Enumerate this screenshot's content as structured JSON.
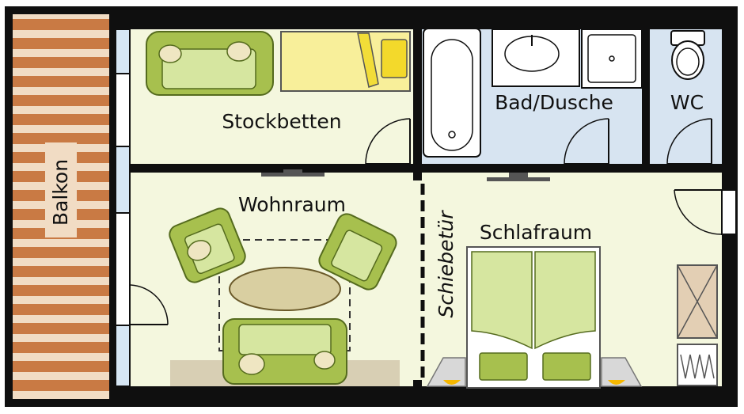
{
  "rooms": {
    "balkon": "Balkon",
    "stockbetten": "Stockbetten",
    "bad_dusche": "Bad/Dusche",
    "wc": "WC",
    "wohnraum": "Wohnraum",
    "schlafraum": "Schlafraum",
    "schiebetuer": "Schiebetür"
  },
  "colors": {
    "wall": "#0f0f0f",
    "room_fill": "#f4f7de",
    "bath_fill": "#d7e4f1",
    "balcony_stripe_dark": "#c97a44",
    "balcony_stripe_light": "#f1dcc4",
    "furniture_green": "#a7c04e",
    "furniture_light": "#d6e6a0",
    "cushion": "#efe6c2",
    "table": "#d9cfa1",
    "rug": "#d8cfb4",
    "bed_yellow": "#f8ef9a",
    "pillow_yellow": "#f3d92b",
    "nightstand": "#d8d8d8",
    "lamp": "#f5b700",
    "window": "#d6e6f4",
    "wardrobe": "#e3cfb4"
  }
}
